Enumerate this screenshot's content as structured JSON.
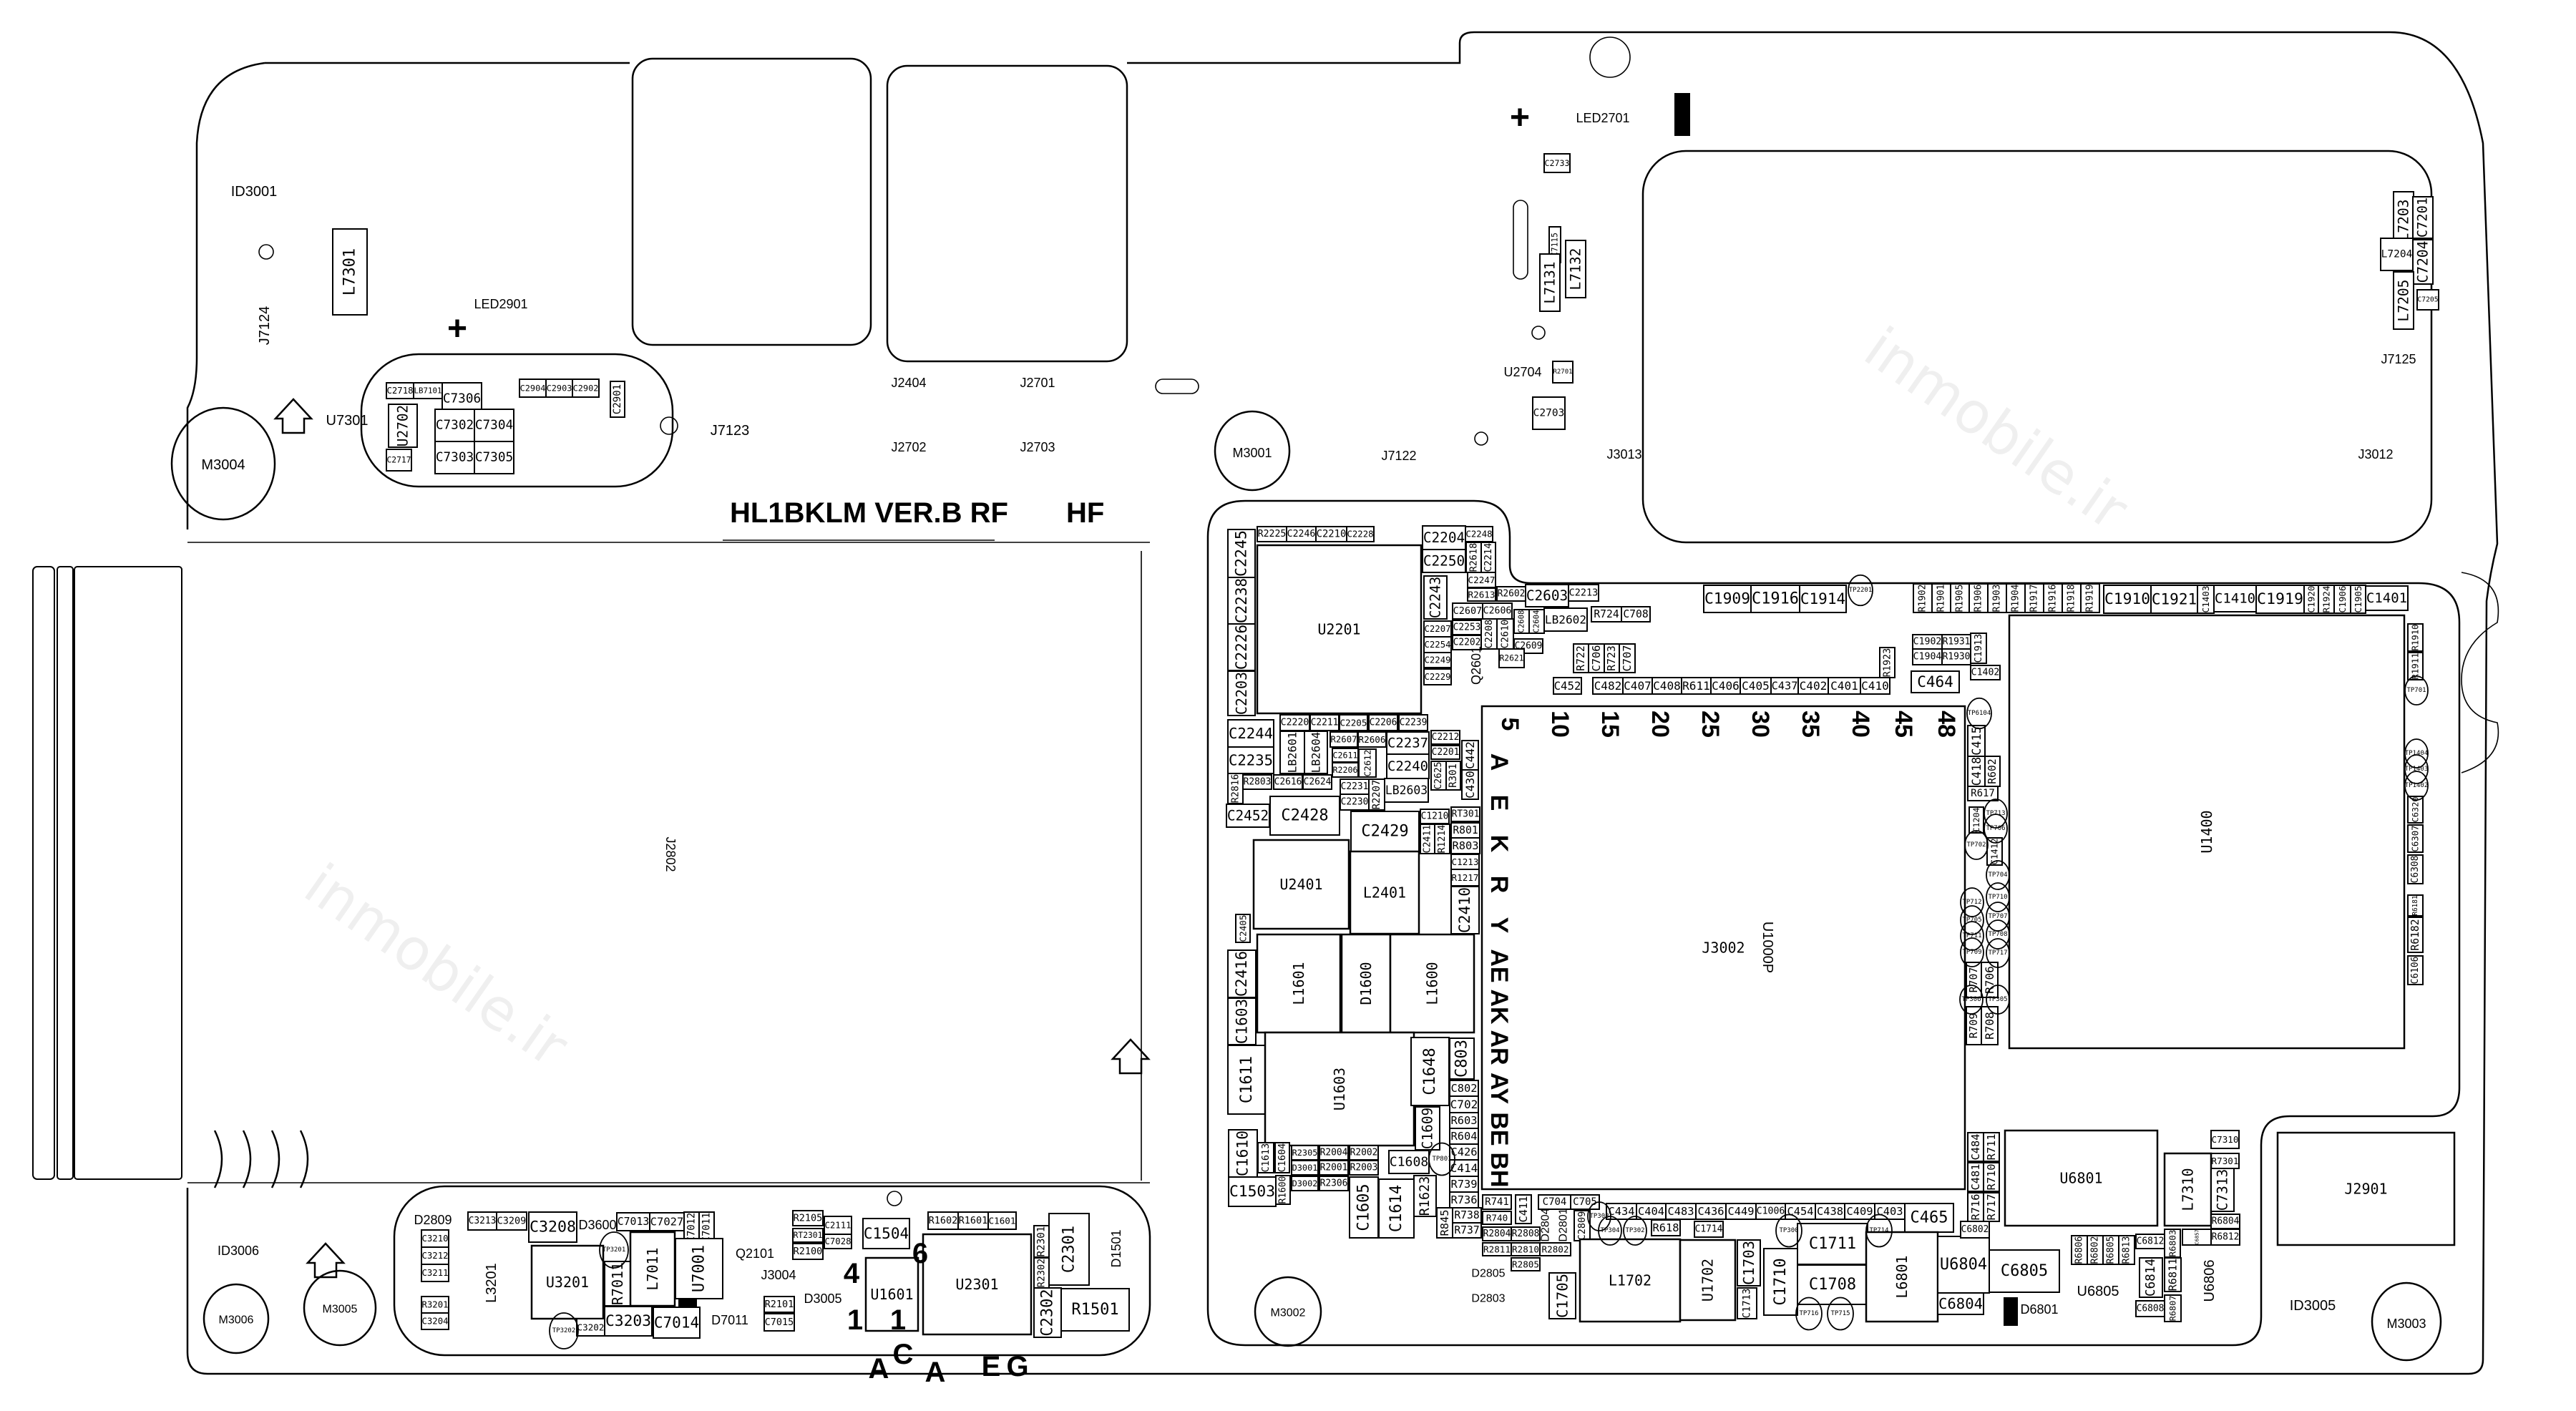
{
  "board": {
    "title": "HL1BKLM VER.B RF",
    "title_suffix": "HF",
    "watermark": "inmobile.ir"
  },
  "components": [
    "C2718",
    "LB7101",
    "C7306",
    "C2904",
    "C2903",
    "C2902",
    "C2901",
    "U2702",
    "C7302",
    "C7304",
    "C7303",
    "C7305",
    "C2717",
    "L7301",
    "C2733",
    "C7115",
    "L7131",
    "L7132",
    "R2701",
    "C2703",
    "L7203",
    "C7201",
    "L7204",
    "C7204",
    "L7205",
    "C7205",
    "R2225",
    "C2246",
    "C2210",
    "C2228",
    "C2245",
    "C2238",
    "C2226",
    "C2203",
    "U2201",
    "C2204",
    "C2248",
    "C2250",
    "R2618",
    "C2214",
    "C2243",
    "C2247",
    "R2613",
    "R2602",
    "C2603",
    "C2213",
    "C2607",
    "C2606",
    "C2608",
    "C2604",
    "LB2602",
    "R724",
    "C708",
    "C2207",
    "C2254",
    "C2249",
    "C2229",
    "C2253",
    "C2202",
    "C2208",
    "C2610",
    "C2609",
    "R2621",
    "R722",
    "C706",
    "R723",
    "C707",
    "C1909",
    "C1916",
    "C1914",
    "C452",
    "C482",
    "C407",
    "C408",
    "R611",
    "C406",
    "C405",
    "C437",
    "C402",
    "C401",
    "C410",
    "R1923",
    "R1902",
    "R1901",
    "R1905",
    "R1906",
    "R1903",
    "R1904",
    "R1917",
    "R1916",
    "R1918",
    "R1919",
    "C1910",
    "C1921",
    "C1403",
    "C1410",
    "C1919",
    "C1920",
    "R1924",
    "C1906",
    "C1905",
    "C1401",
    "C1902",
    "R1931",
    "C1904",
    "R1930",
    "C1913",
    "C1402",
    "C464",
    "U1400",
    "R1910",
    "R1911",
    "C6320",
    "C6307",
    "C6308",
    "R6181",
    "R6182",
    "C6106",
    "C415",
    "C418",
    "R602",
    "R617",
    "C1204",
    "C1412",
    "R707",
    "R706",
    "R709",
    "R708",
    "J3002",
    "C2220",
    "C2211",
    "C2205",
    "C2206",
    "C2239",
    "C2244",
    "C2235",
    "R2816",
    "R2803",
    "C2616",
    "C2624",
    "LB2601",
    "LB2604",
    "R2607",
    "R2606",
    "C2611",
    "R2206",
    "C2612",
    "C2237",
    "C2240",
    "C2231",
    "C2230",
    "R2207",
    "LB2603",
    "C2452",
    "C2428",
    "C2429",
    "C2212",
    "C2201",
    "C2625",
    "R301",
    "C442",
    "C430",
    "C1210",
    "RT301",
    "R801",
    "C2411",
    "R1214",
    "R803",
    "C1213",
    "R1217",
    "C2410",
    "U2401",
    "L2401",
    "C2405",
    "L1601",
    "D1600",
    "L1600",
    "C2416",
    "C1603",
    "C1611",
    "U1603",
    "C1648",
    "C803",
    "C802",
    "C702",
    "R603",
    "R604",
    "C426",
    "C414",
    "R739",
    "R736",
    "C1609",
    "C1608",
    "C1610",
    "C1613",
    "C1604",
    "C1503",
    "R1600",
    "R2305",
    "D3001",
    "D3002",
    "R2004",
    "R2001",
    "R2306",
    "R2002",
    "R2003",
    "C1605",
    "C1614",
    "R1623",
    "R845",
    "R738",
    "R737",
    "U6801",
    "C484",
    "R711",
    "C481",
    "R710",
    "R716",
    "R717",
    "C7310",
    "R7301",
    "L7310",
    "C7313",
    "R6804",
    "R6812",
    "C6857",
    "C6812",
    "R6803",
    "J2901",
    "R741",
    "R740",
    "C411",
    "C704",
    "C705",
    "C434",
    "C404",
    "C483",
    "C436",
    "C449",
    "C1006",
    "C454",
    "C438",
    "C409",
    "C403",
    "C465",
    "R2804",
    "R2808",
    "R2811",
    "R2810",
    "R2802",
    "R2805",
    "C2809",
    "R618",
    "C1714",
    "L1702",
    "U1702",
    "C1703",
    "C1713",
    "C1710",
    "C1711",
    "C1708",
    "L6801",
    "U6804",
    "C6804",
    "C6805",
    "C6802",
    "R6806",
    "R6802",
    "R6805",
    "R6813",
    "C6814",
    "R6811",
    "C6808",
    "R6807",
    "C1705",
    "C3213",
    "C3209",
    "C3208",
    "C3210",
    "C3212",
    "C3211",
    "R3201",
    "C3204",
    "U3201",
    "C3202",
    "C3203",
    "C7013",
    "C7027",
    "C7012",
    "C7011",
    "R7011",
    "L7011",
    "U7001",
    "C7014",
    "R2105",
    "C2111",
    "RT2301",
    "C7028",
    "R2100",
    "R2101",
    "C7015",
    "C1504",
    "U1601",
    "R1602",
    "R1601",
    "C1601",
    "U2301",
    "R2301",
    "R2302",
    "C2301",
    "C2302",
    "R1501"
  ],
  "test_points": [
    "TP2201",
    "TP701",
    "TP6104",
    "TP713",
    "TP706",
    "TP702",
    "TP704",
    "TP712",
    "TP710",
    "TP705",
    "TP707",
    "TP711",
    "TP708",
    "TP709",
    "TP717",
    "TP306",
    "TP305",
    "TP801",
    "TP308",
    "TP304",
    "TP302",
    "TP300",
    "TP714",
    "TP716",
    "TP715",
    "TP3201",
    "TP3202",
    "TP1404",
    "TP1403",
    "TP1402"
  ],
  "labels": [
    "ID3001",
    "LED2901",
    "J7124",
    "U7301",
    "J7123",
    "J2404",
    "J2702",
    "J2701",
    "J2703",
    "J7122",
    "LED2701",
    "U2704",
    "J3013",
    "J3012",
    "J7125",
    "U1000P",
    "J2802",
    "ID3006",
    "ID3005",
    "D6801",
    "U6805",
    "U6806",
    "Q2601",
    "D3005",
    "J3004",
    "D7011",
    "Q2101",
    "L3201",
    "D3600",
    "D2809",
    "D1501",
    "D2805",
    "D2803",
    "D2804",
    "D2801",
    "M3004",
    "M3001",
    "M3006",
    "M3005",
    "M3002",
    "M3003"
  ],
  "grid_numbers": [
    "5",
    "10",
    "15",
    "20",
    "25",
    "30",
    "35",
    "40",
    "45",
    "48"
  ],
  "grid_letters": [
    "A",
    "E",
    "K",
    "R",
    "Y",
    "AE",
    "AK",
    "AR",
    "AY",
    "BE",
    "BH"
  ],
  "bottom_letters": [
    "A",
    "C",
    "A",
    "E",
    "G"
  ],
  "pin_marks": [
    "4",
    "6",
    "1",
    "1"
  ]
}
